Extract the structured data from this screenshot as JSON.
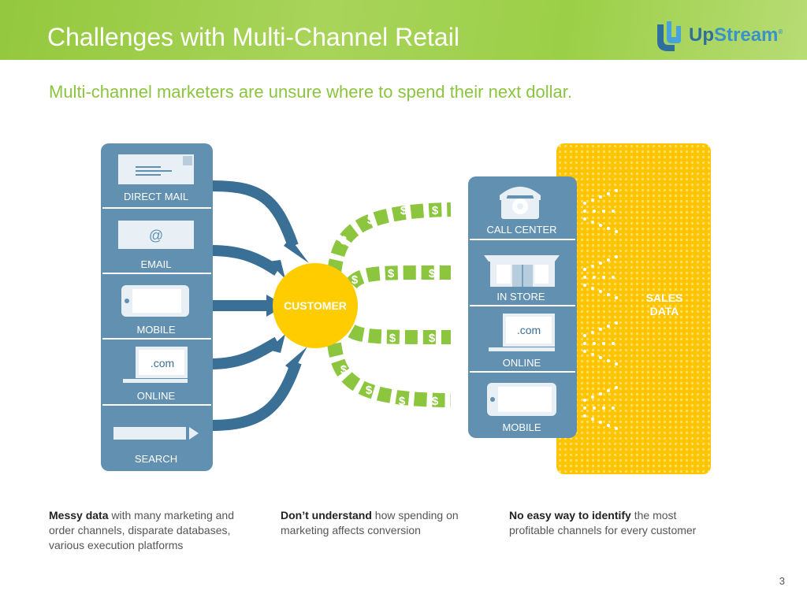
{
  "header": {
    "title": "Challenges with Multi-Channel Retail",
    "logo": {
      "part1": "Up",
      "part2": "Stream",
      "mark": "®"
    }
  },
  "subtitle": "Multi-channel marketers are unsure where to spend their next dollar.",
  "diagram": {
    "left_channels": [
      "DIRECT MAIL",
      "EMAIL",
      "MOBILE",
      "ONLINE",
      "SEARCH"
    ],
    "left_icons": [
      "envelope-icon",
      "email-at-icon",
      "mobile-phone-icon",
      "laptop-icon",
      "search-bar-icon"
    ],
    "at_symbol": "@",
    "com_label": ".com",
    "center": "CUSTOMER",
    "dollar": "$",
    "right_channels": [
      "CALL CENTER",
      "IN STORE",
      "ONLINE",
      "MOBILE"
    ],
    "right_icons": [
      "telephone-icon",
      "storefront-icon",
      "laptop-icon",
      "mobile-phone-icon"
    ],
    "sales_label_line1": "SALES",
    "sales_label_line2": "DATA",
    "colors": {
      "box": "#6190b0",
      "arrow": "#3a6f96",
      "dollar": "#8cc63f",
      "customer": "#ffcc00",
      "sales": "#ffcc00"
    }
  },
  "columns": [
    {
      "bold": "Messy data",
      "rest": " with many marketing and order channels, disparate databases, various execution platforms"
    },
    {
      "bold": "Don’t understand",
      "rest": " how spending on marketing affects conversion"
    },
    {
      "bold": "No easy way to identify",
      "rest": " the most profitable channels for every customer"
    }
  ],
  "page_number": "3"
}
